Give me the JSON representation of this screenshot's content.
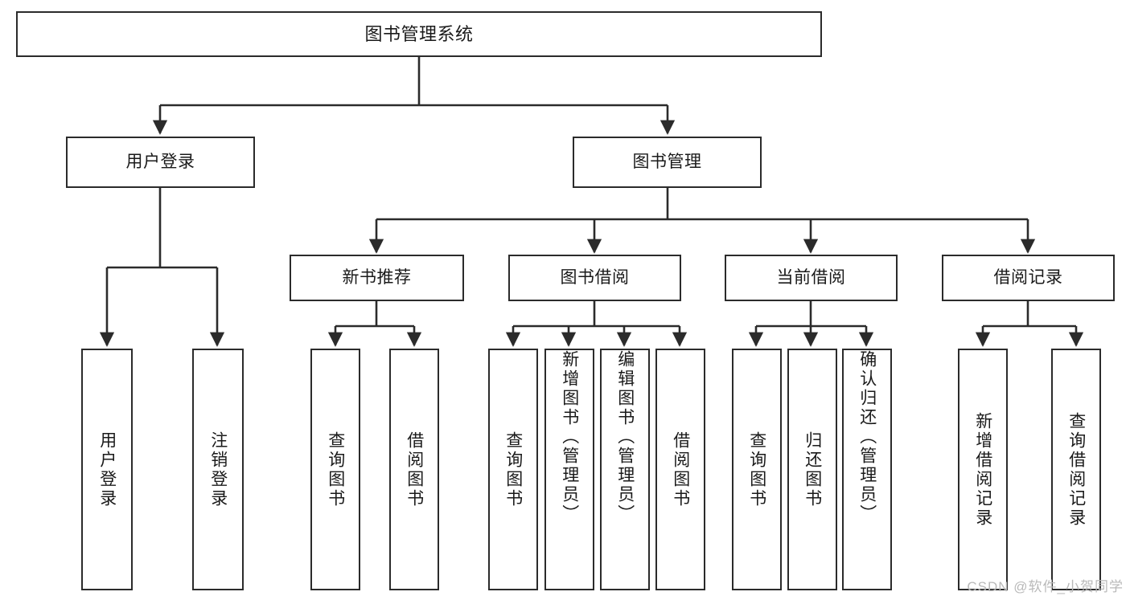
{
  "diagram": {
    "title": "图书管理系统",
    "type": "tree-hierarchy-chart",
    "colors": {
      "box_border": "#2b2b2b",
      "box_fill": "#ffffff",
      "connector": "#2b2b2b",
      "text": "#1a1a1a",
      "watermark": "#b9b9b9",
      "background": "#ffffff"
    },
    "root": {
      "label": "图书管理系统"
    },
    "level2": [
      {
        "id": "user-login",
        "label": "用户登录"
      },
      {
        "id": "book-management",
        "label": "图书管理"
      }
    ],
    "level3": [
      {
        "id": "new-book-recommend",
        "label": "新书推荐",
        "parent": "book-management"
      },
      {
        "id": "book-borrow",
        "label": "图书借阅",
        "parent": "book-management"
      },
      {
        "id": "current-borrow",
        "label": "当前借阅",
        "parent": "book-management"
      },
      {
        "id": "borrow-record",
        "label": "借阅记录",
        "parent": "book-management"
      }
    ],
    "leaves": [
      {
        "id": "leaf-user-login",
        "label": "用户登录",
        "parent": "user-login"
      },
      {
        "id": "leaf-logout-login",
        "label": "注销登录",
        "parent": "user-login"
      },
      {
        "id": "leaf-query-book-1",
        "label": "查询图书",
        "parent": "new-book-recommend"
      },
      {
        "id": "leaf-borrow-book-1",
        "label": "借阅图书",
        "parent": "new-book-recommend"
      },
      {
        "id": "leaf-query-book-2",
        "label": "查询图书",
        "parent": "book-borrow"
      },
      {
        "id": "leaf-add-book",
        "label": "新增图书（管理员）",
        "parent": "book-borrow"
      },
      {
        "id": "leaf-edit-book",
        "label": "编辑图书（管理员）",
        "parent": "book-borrow"
      },
      {
        "id": "leaf-borrow-book-2",
        "label": "借阅图书",
        "parent": "book-borrow"
      },
      {
        "id": "leaf-query-book-3",
        "label": "查询图书",
        "parent": "current-borrow"
      },
      {
        "id": "leaf-return-book",
        "label": "归还图书",
        "parent": "current-borrow"
      },
      {
        "id": "leaf-confirm-return",
        "label": "确认归还（管理员）",
        "parent": "current-borrow"
      },
      {
        "id": "leaf-add-record",
        "label": "新增借阅记录",
        "parent": "borrow-record"
      },
      {
        "id": "leaf-query-record",
        "label": "查询借阅记录",
        "parent": "borrow-record"
      }
    ]
  },
  "watermark": {
    "text": "CSDN @软件_小贺同学"
  }
}
